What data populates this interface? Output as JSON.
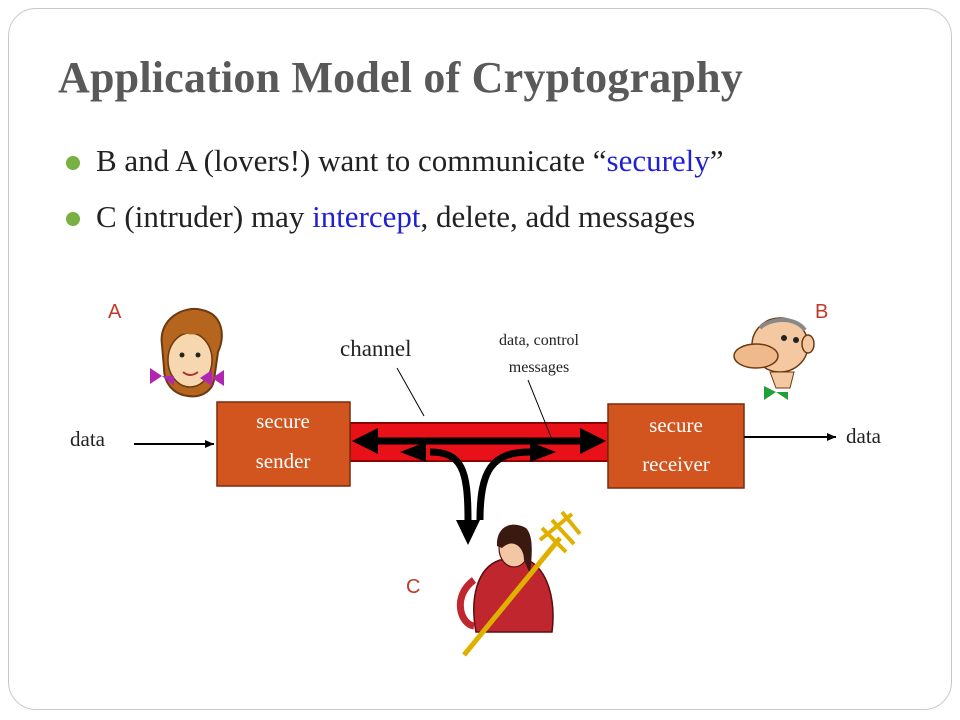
{
  "slide": {
    "title": "Application Model of Cryptography",
    "bullets": [
      {
        "segments": [
          {
            "text": "B  and A (lovers!) want to communicate “",
            "color": "default"
          },
          {
            "text": "securely",
            "color": "blue"
          },
          {
            "text": "”",
            "color": "default"
          }
        ]
      },
      {
        "segments": [
          {
            "text": "C (intruder) may ",
            "color": "default"
          },
          {
            "text": "intercept",
            "color": "blue"
          },
          {
            "text": ", delete, add messages",
            "color": "default"
          }
        ]
      }
    ]
  },
  "diagram": {
    "party_a_label": "A",
    "party_b_label": "B",
    "party_c_label": "C",
    "channel_label": "channel",
    "messages_label_line1": "data, control",
    "messages_label_line2": "messages",
    "data_in_label": "data",
    "data_out_label": "data",
    "sender_line1": "secure",
    "sender_line2": "sender",
    "receiver_line1": "secure",
    "receiver_line2": "receiver"
  },
  "colors": {
    "bullet_dot": "#78b043",
    "title_gray": "#595959",
    "accent_blue": "#1f1fd6",
    "box_orange": "#d2541f",
    "channel_red": "#e8111a",
    "label_red": "#c0392b"
  },
  "icons": [
    "person-a-icon",
    "person-b-icon",
    "intruder-c-icon"
  ]
}
